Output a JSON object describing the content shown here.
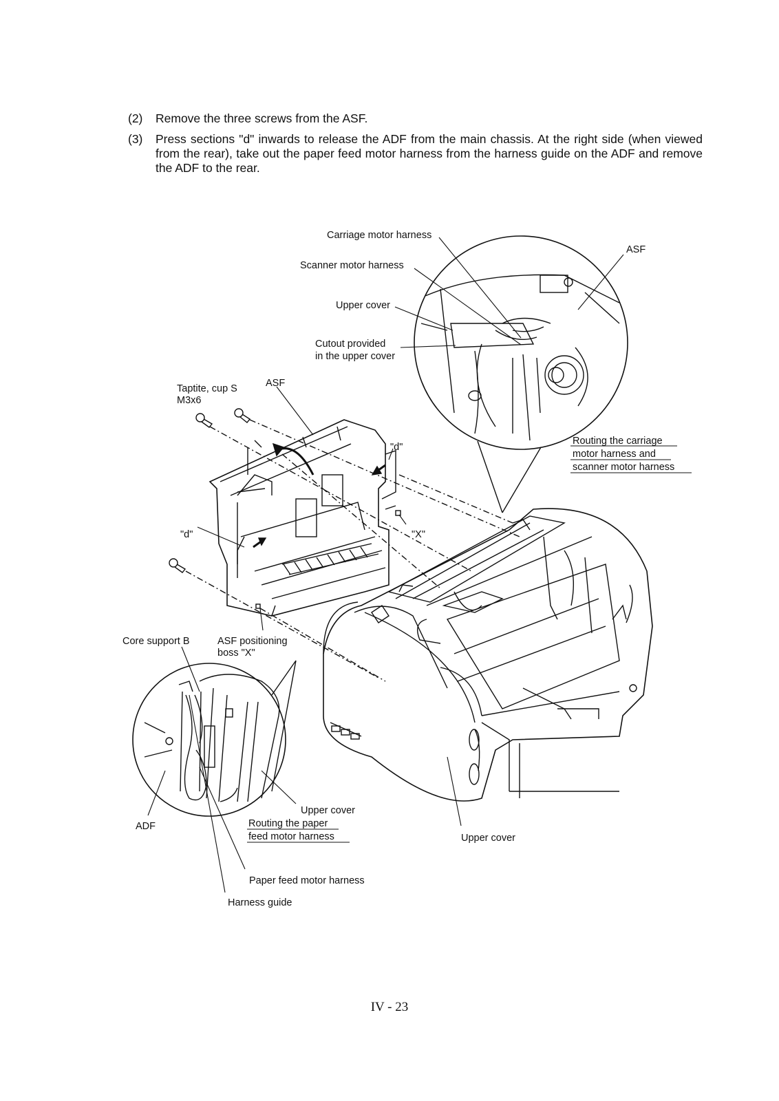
{
  "steps": [
    {
      "num": "(2)",
      "text": "Remove the three screws from the ASF."
    },
    {
      "num": "(3)",
      "text": "Press sections \"d\" inwards to release the ADF from the main chassis.  At the right side (when viewed from the rear), take out the paper feed motor harness from the harness guide on the ADF and remove the ADF to the rear."
    }
  ],
  "labels": {
    "carriage_motor_harness": "Carriage motor harness",
    "asf_top": "ASF",
    "scanner_motor_harness": "Scanner motor harness",
    "upper_cover_top": "Upper cover",
    "cutout_line1": "Cutout provided",
    "cutout_line2": "in the upper cover",
    "taptite_line1": "Taptite, cup S",
    "taptite_line2": "M3x6",
    "asf_left": "ASF",
    "d_right": "\"d\"",
    "d_left": "\"d\"",
    "x_boss": "\"X\"",
    "routing_carriage_line1": "Routing the carriage",
    "routing_carriage_line2": "motor harness and",
    "routing_carriage_line3": "scanner motor harness",
    "core_support": "Core support B",
    "asf_pos_line1": "ASF positioning",
    "asf_pos_line2": "boss \"X\"",
    "upper_cover_mid": "Upper cover",
    "adf": "ADF",
    "routing_paper_line1": "Routing the paper",
    "routing_paper_line2": "feed motor harness",
    "upper_cover_right": "Upper cover",
    "paper_feed_harness": "Paper feed motor harness",
    "harness_guide": "Harness guide"
  },
  "footer": "IV - 23"
}
